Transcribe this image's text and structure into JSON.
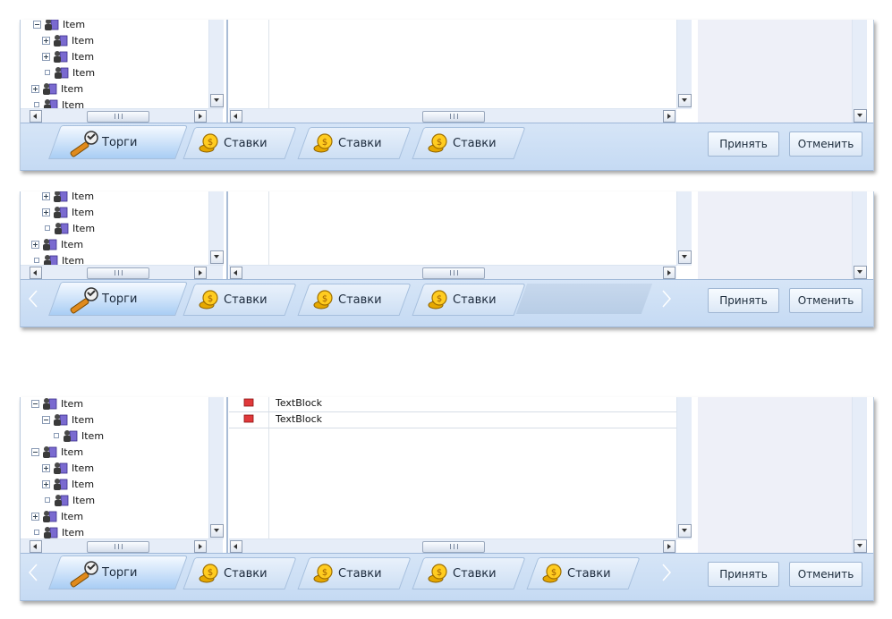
{
  "tree_label": "Item",
  "grid_rows": [
    "TextBlock",
    "TextBlock"
  ],
  "tabs": {
    "active_label": "Торги",
    "bet_label": "Ставки"
  },
  "buttons": {
    "accept": "Принять",
    "cancel": "Отменить"
  },
  "icons": {
    "tree_node": "person-book-icon",
    "auction": "auction-gavel-icon",
    "bet": "gold-coins-icon",
    "flag": "red-flag-icon"
  },
  "colors": {
    "tab_strip": "#c5daf3",
    "accent": "#a9cdf4",
    "flag": "#e0393b"
  }
}
